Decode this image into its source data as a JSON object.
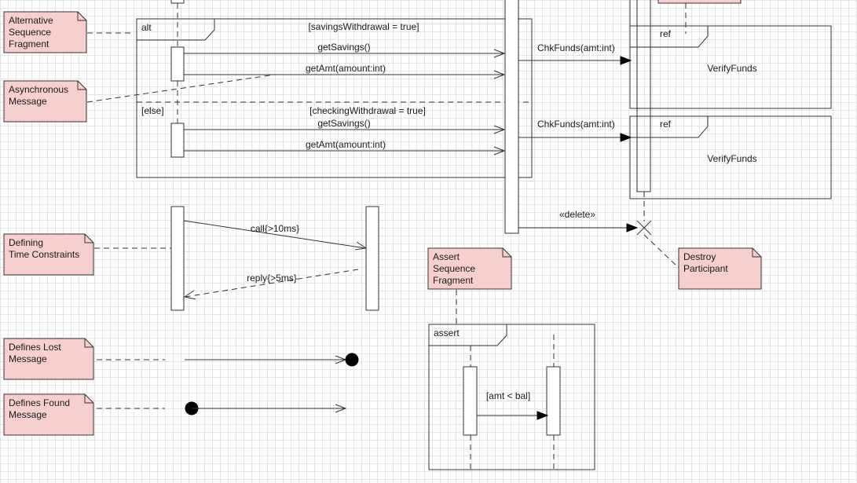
{
  "notes": {
    "alternative": [
      "Alternative",
      "Sequence",
      "Fragment"
    ],
    "asynchronous": [
      "Asynchronous",
      "Message"
    ],
    "time_constraints": [
      "Defining",
      "Time Constraints"
    ],
    "lost_message": [
      "Defines Lost",
      "Message"
    ],
    "found_message": [
      "Defines Found",
      "Message"
    ],
    "assert": [
      "Assert",
      "Sequence",
      "Fragment"
    ],
    "destroy": [
      "Destroy",
      "Participant"
    ]
  },
  "alt_fragment": {
    "operator": "alt",
    "guard1": "[savingsWithdrawal = true]",
    "guard2": "[checkingWithdrawal = true]",
    "else_label": "[else]",
    "msg1": "getSavings()",
    "msg2": "getAmt(amount:int)",
    "msg3": "getSavings()",
    "msg4": "getAmt(amount:int)"
  },
  "ref_fragments": [
    {
      "operator": "ref",
      "name": "VerifyFunds",
      "message": "ChkFunds(amt:int)"
    },
    {
      "operator": "ref",
      "name": "VerifyFunds",
      "message": "ChkFunds(amt:int)"
    }
  ],
  "delete_message": "«delete»",
  "time_messages": {
    "call": "call{>10ms}",
    "reply": "reply{>5ms}"
  },
  "assert_fragment": {
    "operator": "assert",
    "guard": "[amt < bal]"
  }
}
